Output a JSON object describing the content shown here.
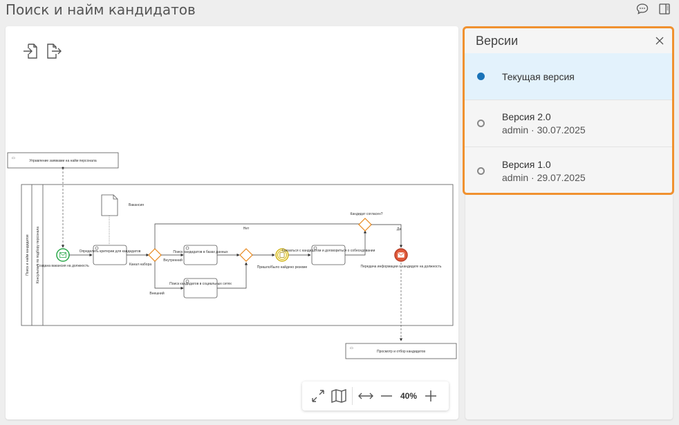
{
  "page": {
    "title": "Поиск и найм кандидатов"
  },
  "top_icons": [
    "comment-icon",
    "panel-toggle-icon"
  ],
  "toolbar": {
    "icons": [
      "import-icon",
      "export-icon"
    ]
  },
  "diagram": {
    "pool_title": "Управление заявками на найм персонала",
    "document_label": "Вакансия",
    "lane_outer": "Поиск и найм кандидатов",
    "lane_inner": "Консультант по подбору персонала",
    "start_event": "Создана вакансия на должность",
    "task_define": "Определить критерии для кандидатов",
    "gw_channel": "Канал набора",
    "flow_internal": "Внутренний",
    "flow_external": "Внешний",
    "task_search_db": "Поиск кандидатов в базах данных",
    "task_search_social": "Поиск кандидатов в социальных сетях",
    "event_resume": "Пришло/было найдено резюме",
    "task_contact": "Связаться с кандидатом и договориться о собеседовании",
    "gw_agree": "Кандидат согласен?",
    "flow_no": "Нет",
    "flow_yes": "Да",
    "end_event": "Передача информации о кандидате на должность",
    "pool_bottom": "Просмотр и отбор кандидатов"
  },
  "zoom": {
    "level": "40%",
    "icons": [
      "fullscreen-icon",
      "map-icon",
      "fit-width-icon",
      "zoom-out-icon",
      "zoom-in-icon"
    ]
  },
  "versions": {
    "title": "Версии",
    "items": [
      {
        "name": "Текущая версия",
        "meta": ""
      },
      {
        "name": "Версия 2.0",
        "meta": "admin · 30.07.2025"
      },
      {
        "name": "Версия 1.0",
        "meta": "admin · 29.07.2025"
      }
    ]
  },
  "colors": {
    "accent": "#f0912f",
    "selected": "#1a73b8",
    "start": "#2ba84a",
    "gateway": "#e8871a",
    "end": "#e05a3a",
    "intermediate": "#d4b800"
  }
}
